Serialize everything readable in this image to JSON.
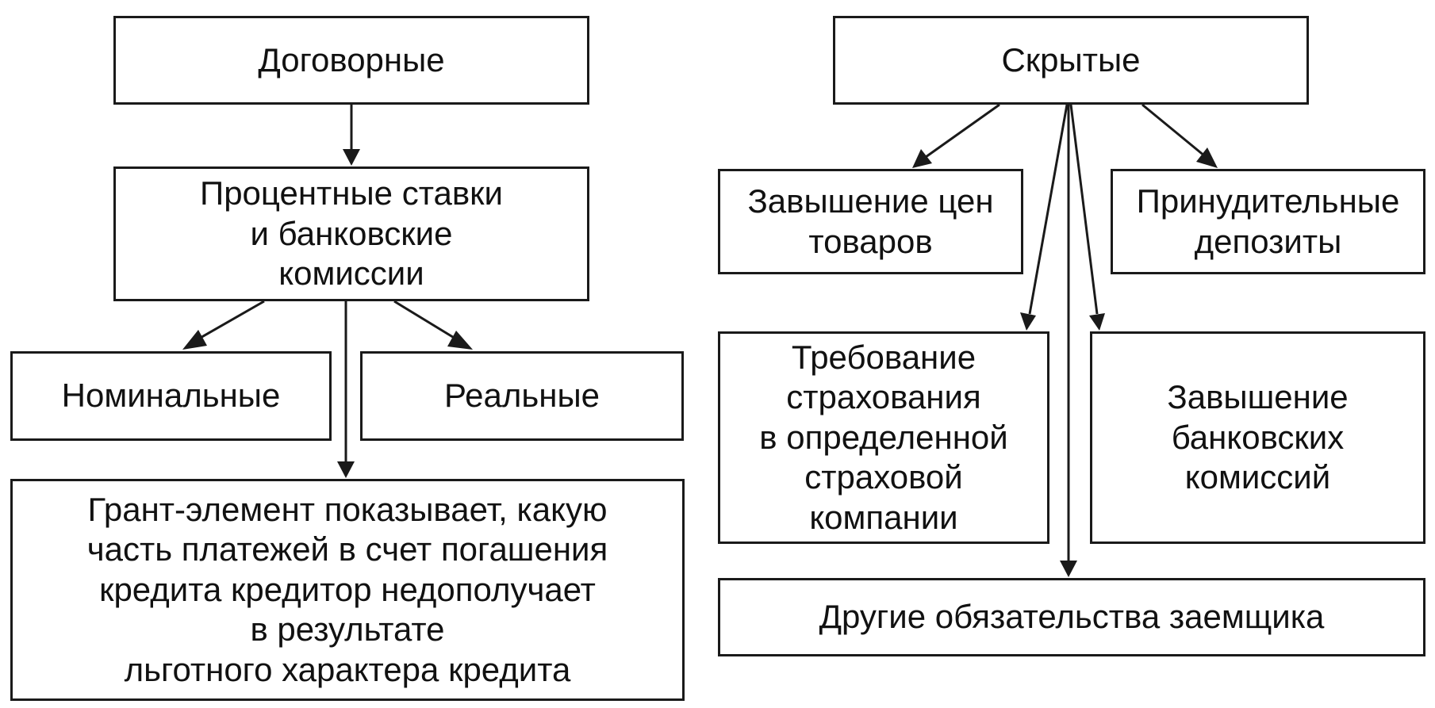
{
  "left": {
    "contractual": "Договорные",
    "rates": "Процентные ставки\nи банковские\nкомиссии",
    "nominal": "Номинальные",
    "real": "Реальные",
    "grant": "Грант-элемент показывает, какую\nчасть платежей в счет погашения\nкредита кредитор недополучает\nв результате\nльготного характера кредита"
  },
  "right": {
    "hidden": "Скрытые",
    "prices": "Завышение цен\nтоваров",
    "deposits": "Принудительные\nдепозиты",
    "insurance": "Требование\nстрахования\nв определенной\nстраховой\nкомпании",
    "commissions": "Завышение\nбанковских\nкомиссий",
    "other": "Другие обязательства заемщика"
  }
}
